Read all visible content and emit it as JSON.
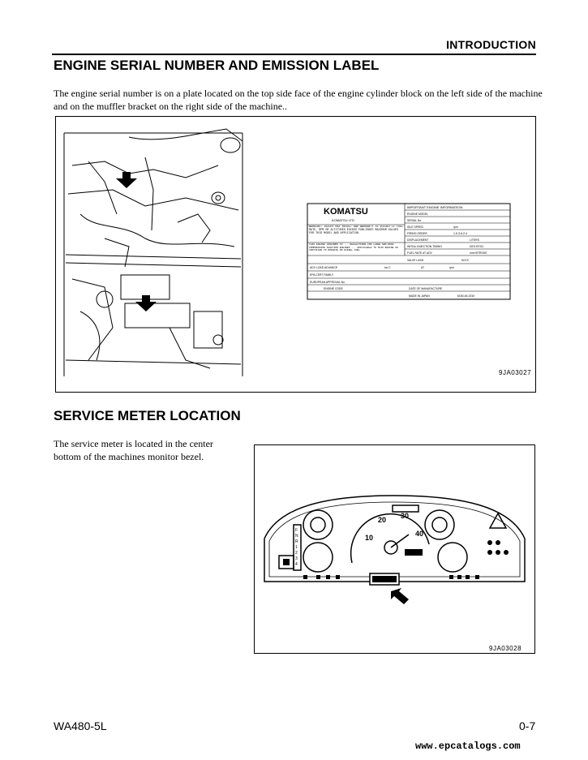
{
  "header": {
    "section": "INTRODUCTION"
  },
  "section1": {
    "title": "ENGINE SERIAL NUMBER AND EMISSION LABEL",
    "paragraph": "The engine serial number is on a plate located on the top side face of the engine cylinder block on the left side of the machine and on the muffler bracket on the right side of the machine..",
    "figure_code": "9JA03027",
    "label": {
      "brand": "KOMATSU",
      "company": "KOMATSU LTD",
      "heading": "IMPORTANT ENGINE INFORMATION",
      "fields": [
        "ENGINE MODEL",
        "SERIAL No",
        "IDLE SPEED",
        "FIRING ORDER",
        "DISPLACEMENT",
        "INITIAL INJECTION TIMING",
        "FUEL RATE AT ADV",
        "VALVE LASH"
      ],
      "values": [
        "",
        "",
        "rpm",
        "1-5-3-6-2-4",
        "LITERS",
        "DEG BTDC",
        "mm³/STROKE",
        "IN    EX"
      ],
      "warning": "WARNING: INJURY MAY RESULT AND WARRANTY IS VOIDED IF FUEL RATE, RPM OR ALTITUDES EXCEED PUBLISHED MAXIMUM VALUES FOR THIS MODEL AND APPLICATION",
      "conforms": "THIS ENGINE CONFORMS TO ... REGULATIONS FOR LARGE NON-ROAD COMPRESSION IGNITION ENGINES ... APPLICABLE TO THIS ENGINE AS CERTIFIED TO OPERATE ON DIESEL FUEL",
      "row_adv": "ADV LOAD ADVANCE",
      "row_adv_vals": [
        "kw  C",
        "AT",
        "rpm"
      ],
      "row_epa": "EPA CERT FAMILY",
      "row_eu": "EUROPEAN APPROVAL No",
      "row_code": "ENGINE CODE",
      "row_date": "DATE OF MANUFACTURE",
      "made_in": "MADE IN JAPAN",
      "part_no": "6150-45-2010"
    }
  },
  "section2": {
    "title": "SERVICE METER LOCATION",
    "paragraph": "The service meter is located in the center bottom of the machines monitor bezel.",
    "figure_code": "9JA03028",
    "speedo_ticks": [
      "10",
      "20",
      "30",
      "40"
    ],
    "gear_letters": [
      "F",
      "N",
      "R",
      "1",
      "2",
      "3",
      "4"
    ]
  },
  "footer": {
    "model": "WA480-5L",
    "page": "0-7",
    "url": "www.epcatalogs.com"
  }
}
